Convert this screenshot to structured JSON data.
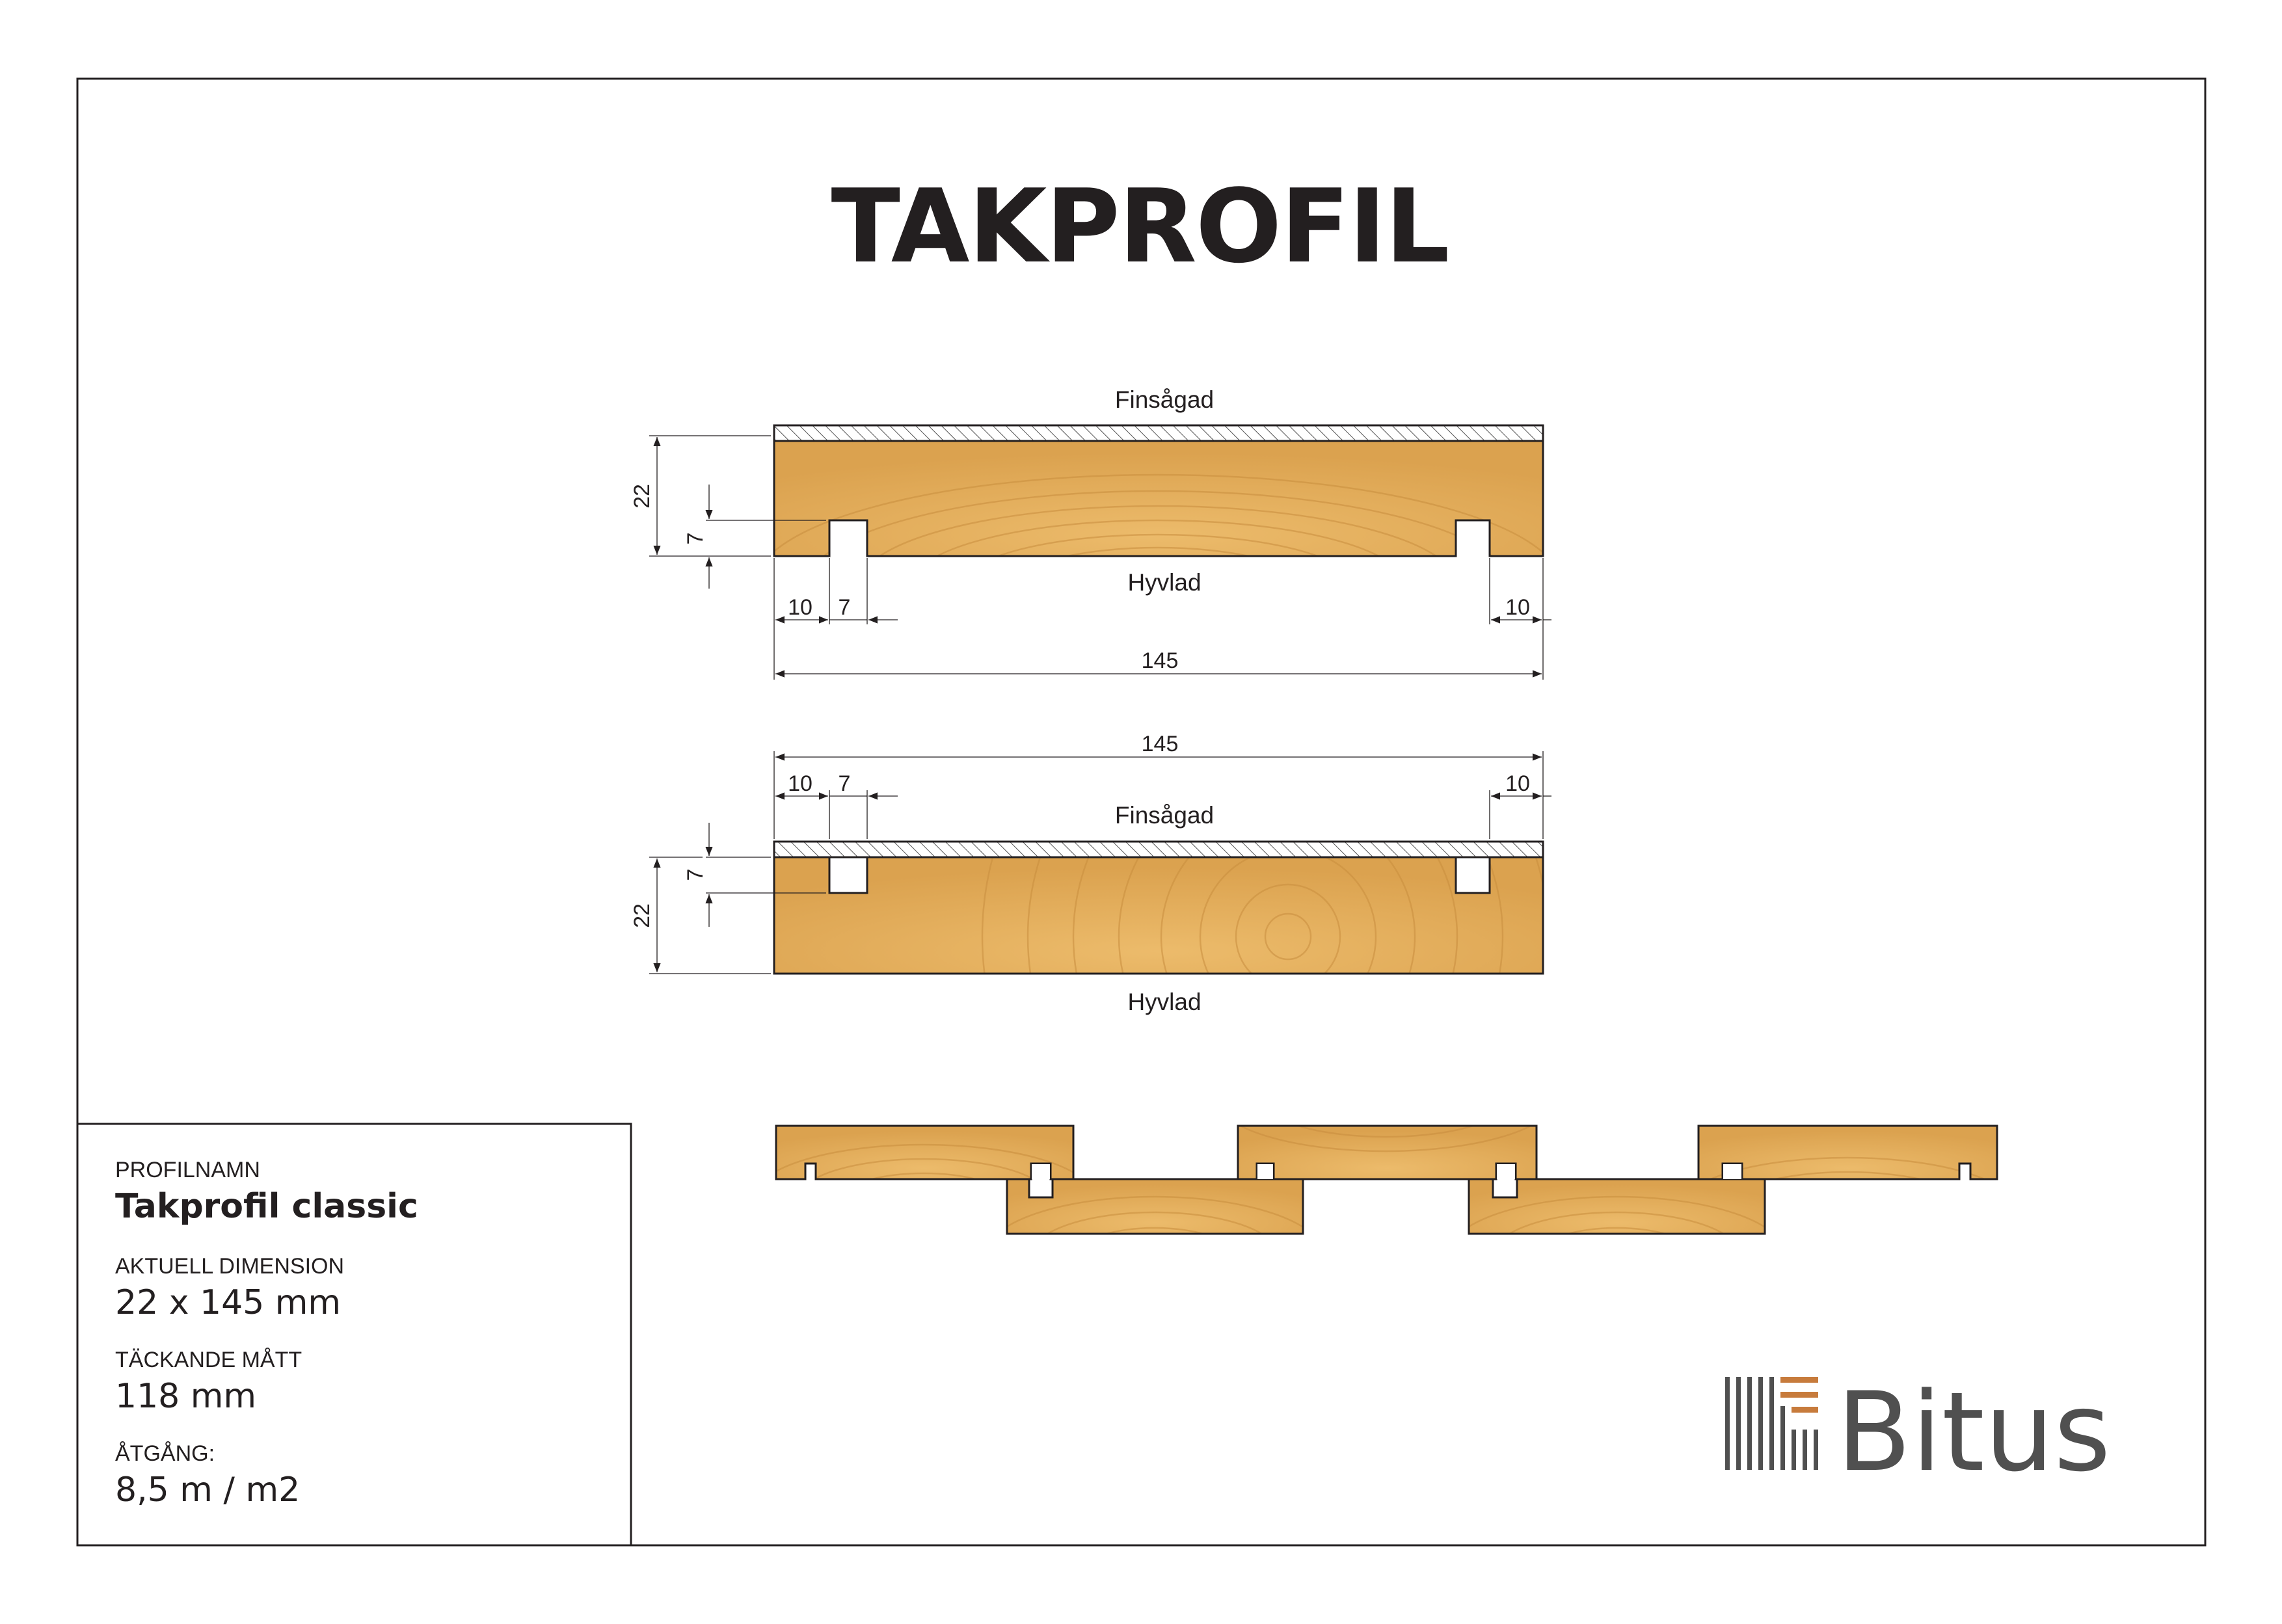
{
  "title": "TAKPROFIL",
  "profile1": {
    "top_label": "Finsågad",
    "bottom_label": "Hyvlad",
    "dims": {
      "height": "22",
      "groove_depth": "7",
      "edge_left": "10",
      "groove_width": "7",
      "edge_right": "10",
      "width": "145"
    }
  },
  "profile2": {
    "top_label": "Finsågad",
    "bottom_label": "Hyvlad",
    "dims": {
      "height": "22",
      "groove_depth": "7",
      "edge_left": "10",
      "groove_width": "7",
      "edge_right": "10",
      "width": "145"
    }
  },
  "info": {
    "profile_name_label": "PROFILNAMN",
    "profile_name": "Takprofil classic",
    "dimension_label": "AKTUELL DIMENSION",
    "dimension": "22 x 145 mm",
    "coverage_label": "TÄCKANDE MÅTT",
    "coverage": "118 mm",
    "consumption_label": "ÅTGÅNG:",
    "consumption": "8,5 m / m2"
  },
  "brand": {
    "name": "Bitus",
    "text_color": "#505050",
    "accent_color": "#c77b3c"
  },
  "colors": {
    "wood": "#e3ad58",
    "wood_ring": "#c98e3f",
    "line": "#231f20"
  }
}
